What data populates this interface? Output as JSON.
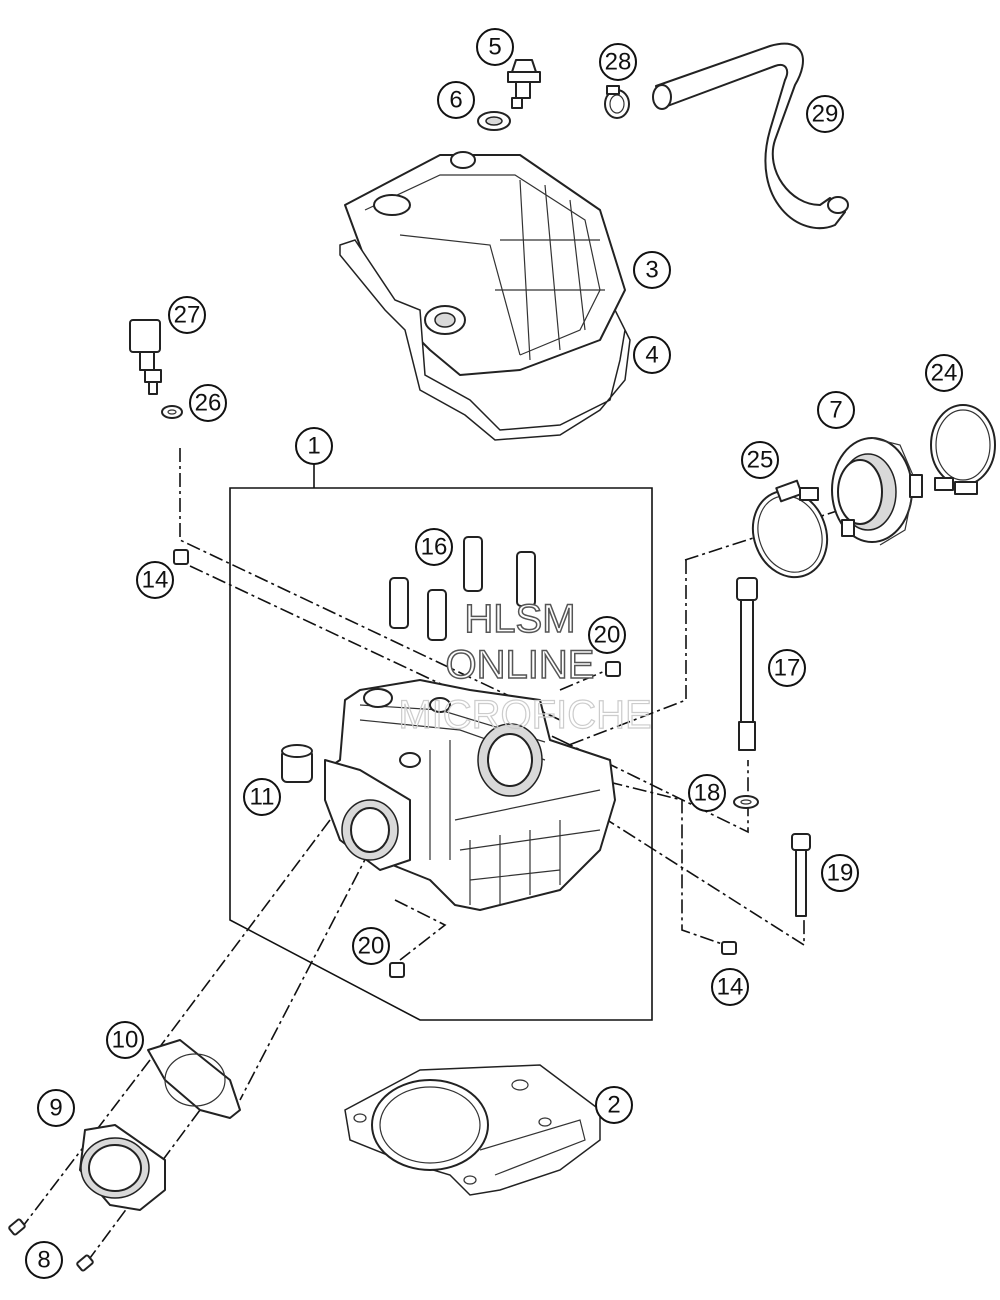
{
  "callouts": [
    {
      "id": "c1",
      "label": "1"
    },
    {
      "id": "c2",
      "label": "2"
    },
    {
      "id": "c3",
      "label": "3"
    },
    {
      "id": "c4",
      "label": "4"
    },
    {
      "id": "c5",
      "label": "5"
    },
    {
      "id": "c6",
      "label": "6"
    },
    {
      "id": "c7",
      "label": "7"
    },
    {
      "id": "c8",
      "label": "8"
    },
    {
      "id": "c9",
      "label": "9"
    },
    {
      "id": "c10",
      "label": "10"
    },
    {
      "id": "c11",
      "label": "11"
    },
    {
      "id": "c14a",
      "label": "14"
    },
    {
      "id": "c14b",
      "label": "14"
    },
    {
      "id": "c16",
      "label": "16"
    },
    {
      "id": "c17",
      "label": "17"
    },
    {
      "id": "c18",
      "label": "18"
    },
    {
      "id": "c19",
      "label": "19"
    },
    {
      "id": "c20a",
      "label": "20"
    },
    {
      "id": "c20b",
      "label": "20"
    },
    {
      "id": "c24",
      "label": "24"
    },
    {
      "id": "c25",
      "label": "25"
    },
    {
      "id": "c26",
      "label": "26"
    },
    {
      "id": "c27",
      "label": "27"
    },
    {
      "id": "c28",
      "label": "28"
    },
    {
      "id": "c29",
      "label": "29"
    }
  ],
  "watermark": {
    "line1": "HLSM",
    "line2": "ONLINE",
    "line3": "MICROFICHE"
  }
}
